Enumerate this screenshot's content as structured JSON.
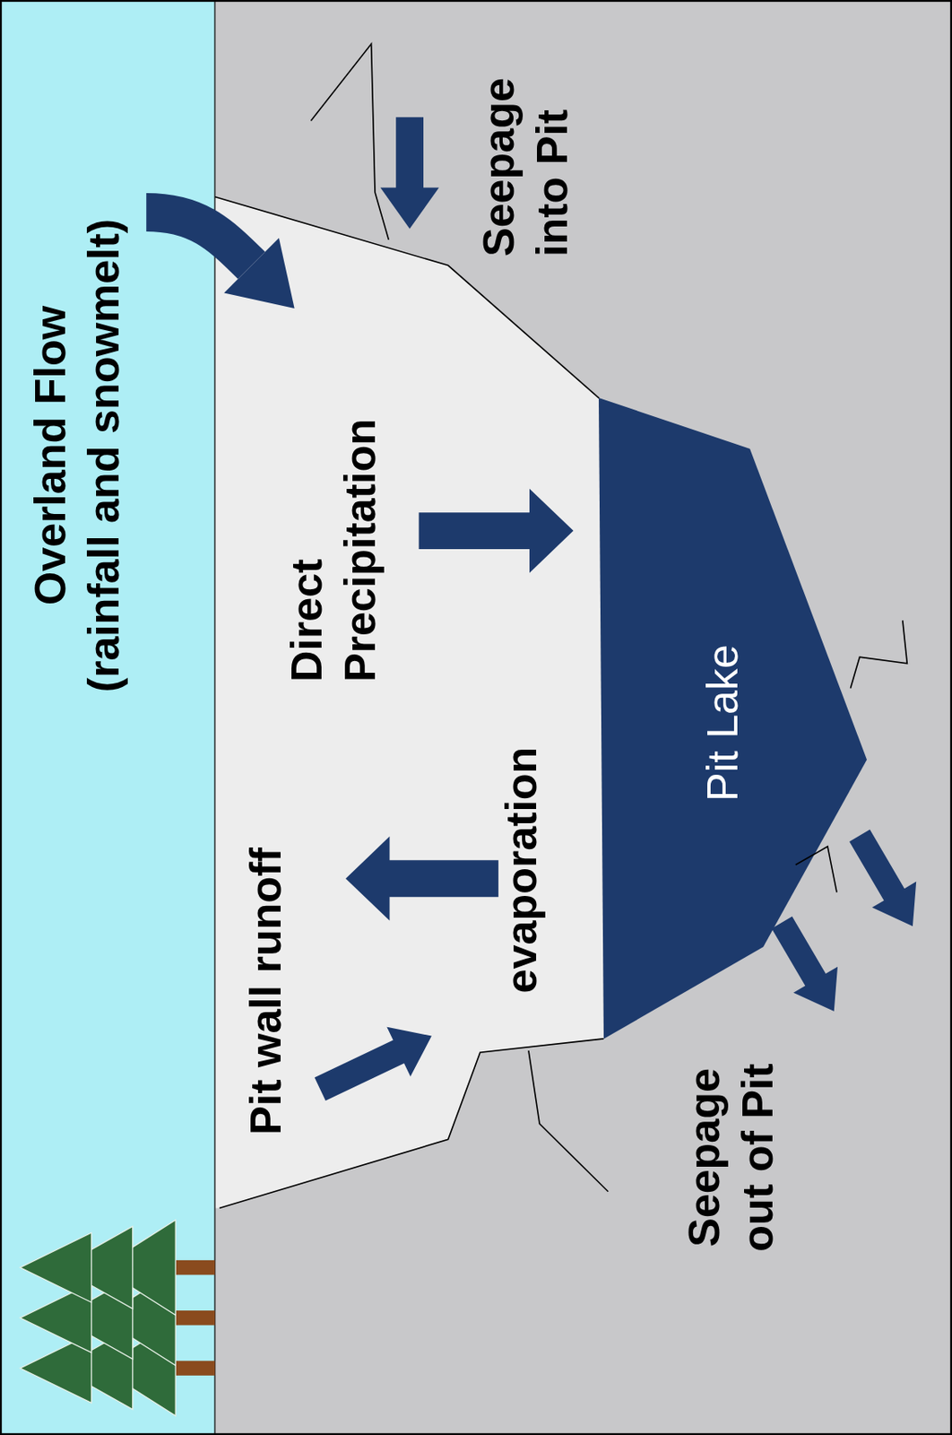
{
  "diagram": {
    "nodes": [
      {
        "text": [
          "Overland Flow (rainfall and snowmelt)"
        ]
      },
      {
        "text": [
          "Pit Lake"
        ]
      }
    ],
    "labels": [
      "Seepage into Pit",
      "Direct Precipitation",
      "Pit wall runoff",
      "evaporation",
      "Seepage out of Pit"
    ]
  }
}
